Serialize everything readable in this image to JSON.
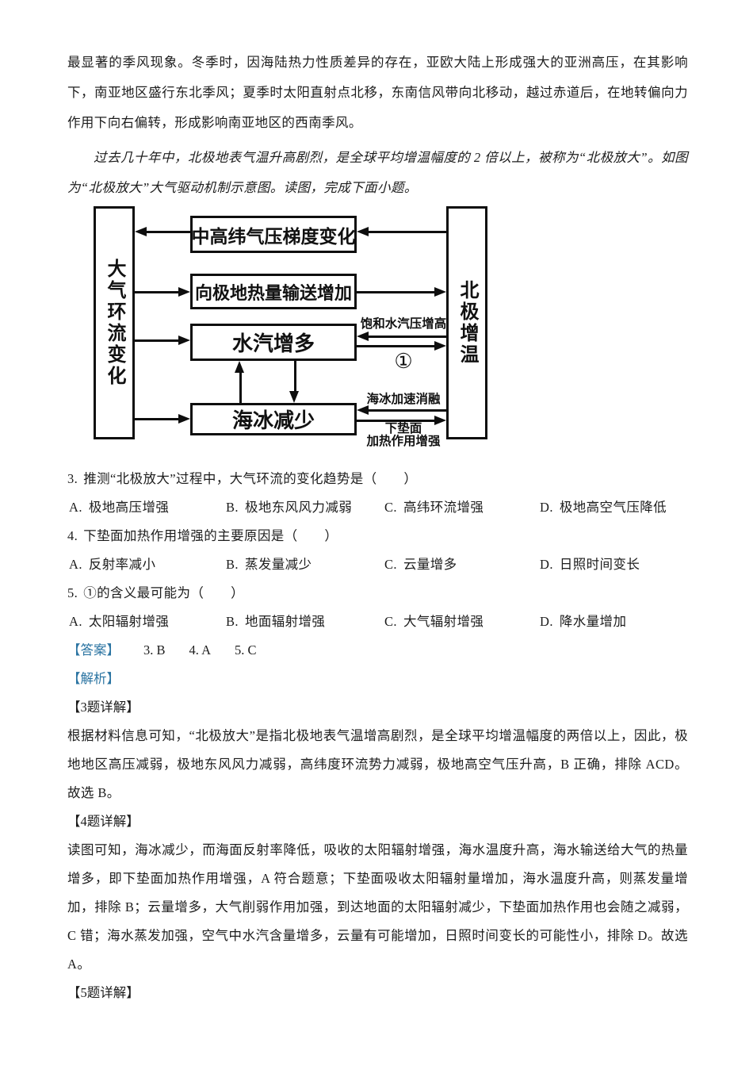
{
  "page": {
    "background": "#ffffff",
    "accent_blue": "#2b74a2"
  },
  "intro": {
    "para1": "最显著的季风现象。冬季时，因海陆热力性质差异的存在，亚欧大陆上形成强大的亚洲高压，在其影响下，南亚地区盛行东北季风；夏季时太阳直射点北移，东南信风带向北移动，越过赤道后，在地转偏向力作用下向右偏转，形成影响南亚地区的西南季风。",
    "para2": "过去几十年中，北极地表气温升高剧烈，是全球平均增温幅度的 2 倍以上，被称为“北极放大”。如图为“北极放大”大气驱动机制示意图。读图，完成下面小题。"
  },
  "diagram": {
    "left_box": "大气环流变化",
    "right_box": "北极增温",
    "boxes": [
      "中高纬气压梯度变化",
      "向极地热量输送增加",
      "水汽增多",
      "海冰减少"
    ],
    "labels": {
      "saturated_vapor": "饱和水汽压增高",
      "circle_one": "①",
      "sea_ice_melt": "海冰加速消融",
      "underlying_1": "下垫面",
      "underlying_2": "加热作用增强"
    }
  },
  "questions": [
    {
      "number": "3.",
      "stem": "推测“北极放大”过程中，大气环流的变化趋势是（　　）",
      "options": [
        {
          "label": "A.",
          "text": "极地高压增强"
        },
        {
          "label": "B.",
          "text": "极地东风风力减弱"
        },
        {
          "label": "C.",
          "text": "高纬环流增强"
        },
        {
          "label": "D.",
          "text": "极地高空气压降低"
        }
      ]
    },
    {
      "number": "4.",
      "stem": "下垫面加热作用增强的主要原因是（　　）",
      "options": [
        {
          "label": "A.",
          "text": "反射率减小"
        },
        {
          "label": "B.",
          "text": "蒸发量减少"
        },
        {
          "label": "C.",
          "text": "云量增多"
        },
        {
          "label": "D.",
          "text": "日照时间变长"
        }
      ]
    },
    {
      "number": "5.",
      "stem": "①的含义最可能为（　　）",
      "options": [
        {
          "label": "A.",
          "text": "太阳辐射增强"
        },
        {
          "label": "B.",
          "text": "地面辐射增强"
        },
        {
          "label": "C.",
          "text": "大气辐射增强"
        },
        {
          "label": "D.",
          "text": "降水量增加"
        }
      ]
    }
  ],
  "answers": {
    "tag": "【答案】",
    "items": [
      "3. B",
      "4. A",
      "5. C"
    ]
  },
  "analysis": {
    "tag": "【解析】",
    "sections": [
      {
        "heading": "【3题详解】",
        "body": "根据材料信息可知，“北极放大”是指北极地表气温增高剧烈，是全球平均增温幅度的两倍以上，因此，极地地区高压减弱，极地东风风力减弱，高纬度环流势力减弱，极地高空气压升高，B 正确，排除 ACD。故选 B。"
      },
      {
        "heading": "【4题详解】",
        "body": "读图可知，海冰减少，而海面反射率降低，吸收的太阳辐射增强，海水温度升高，海水输送给大气的热量增多，即下垫面加热作用增强，A 符合题意；下垫面吸收太阳辐射量增加，海水温度升高，则蒸发量增加，排除 B；云量增多，大气削弱作用加强，到达地面的太阳辐射减少，下垫面加热作用也会随之减弱，C 错；海水蒸发加强，空气中水汽含量增多，云量有可能增加，日照时间变长的可能性小，排除 D。故选 A。"
      },
      {
        "heading": "【5题详解】",
        "body": ""
      }
    ]
  }
}
